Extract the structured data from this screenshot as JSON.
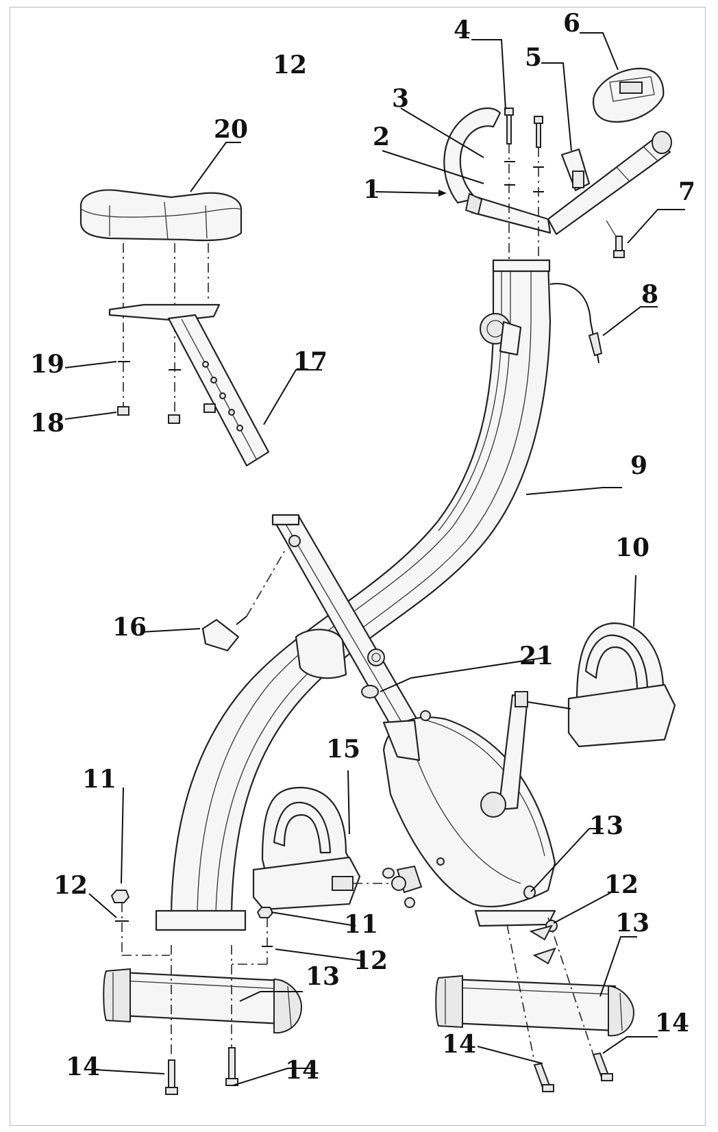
{
  "callouts": [
    {
      "id": "c1",
      "text": "1"
    },
    {
      "id": "c2",
      "text": "2"
    },
    {
      "id": "c3",
      "text": "3"
    },
    {
      "id": "c4",
      "text": "4"
    },
    {
      "id": "c5",
      "text": "5"
    },
    {
      "id": "c6",
      "text": "6"
    },
    {
      "id": "c7",
      "text": "7"
    },
    {
      "id": "c8",
      "text": "8"
    },
    {
      "id": "c9",
      "text": "9"
    },
    {
      "id": "c10",
      "text": "10"
    },
    {
      "id": "c11a",
      "text": "11"
    },
    {
      "id": "c11b",
      "text": "11"
    },
    {
      "id": "c12top",
      "text": "12"
    },
    {
      "id": "c12a",
      "text": "12"
    },
    {
      "id": "c12b",
      "text": "12"
    },
    {
      "id": "c12c",
      "text": "12"
    },
    {
      "id": "c13a",
      "text": "13"
    },
    {
      "id": "c13b",
      "text": "13"
    },
    {
      "id": "c13c",
      "text": "13"
    },
    {
      "id": "c14a",
      "text": "14"
    },
    {
      "id": "c14b",
      "text": "14"
    },
    {
      "id": "c14c",
      "text": "14"
    },
    {
      "id": "c14d",
      "text": "14"
    },
    {
      "id": "c15",
      "text": "15"
    },
    {
      "id": "c16",
      "text": "16"
    },
    {
      "id": "c17",
      "text": "17"
    },
    {
      "id": "c18",
      "text": "18"
    },
    {
      "id": "c19",
      "text": "19"
    },
    {
      "id": "c20",
      "text": "20"
    },
    {
      "id": "c21",
      "text": "21"
    }
  ]
}
